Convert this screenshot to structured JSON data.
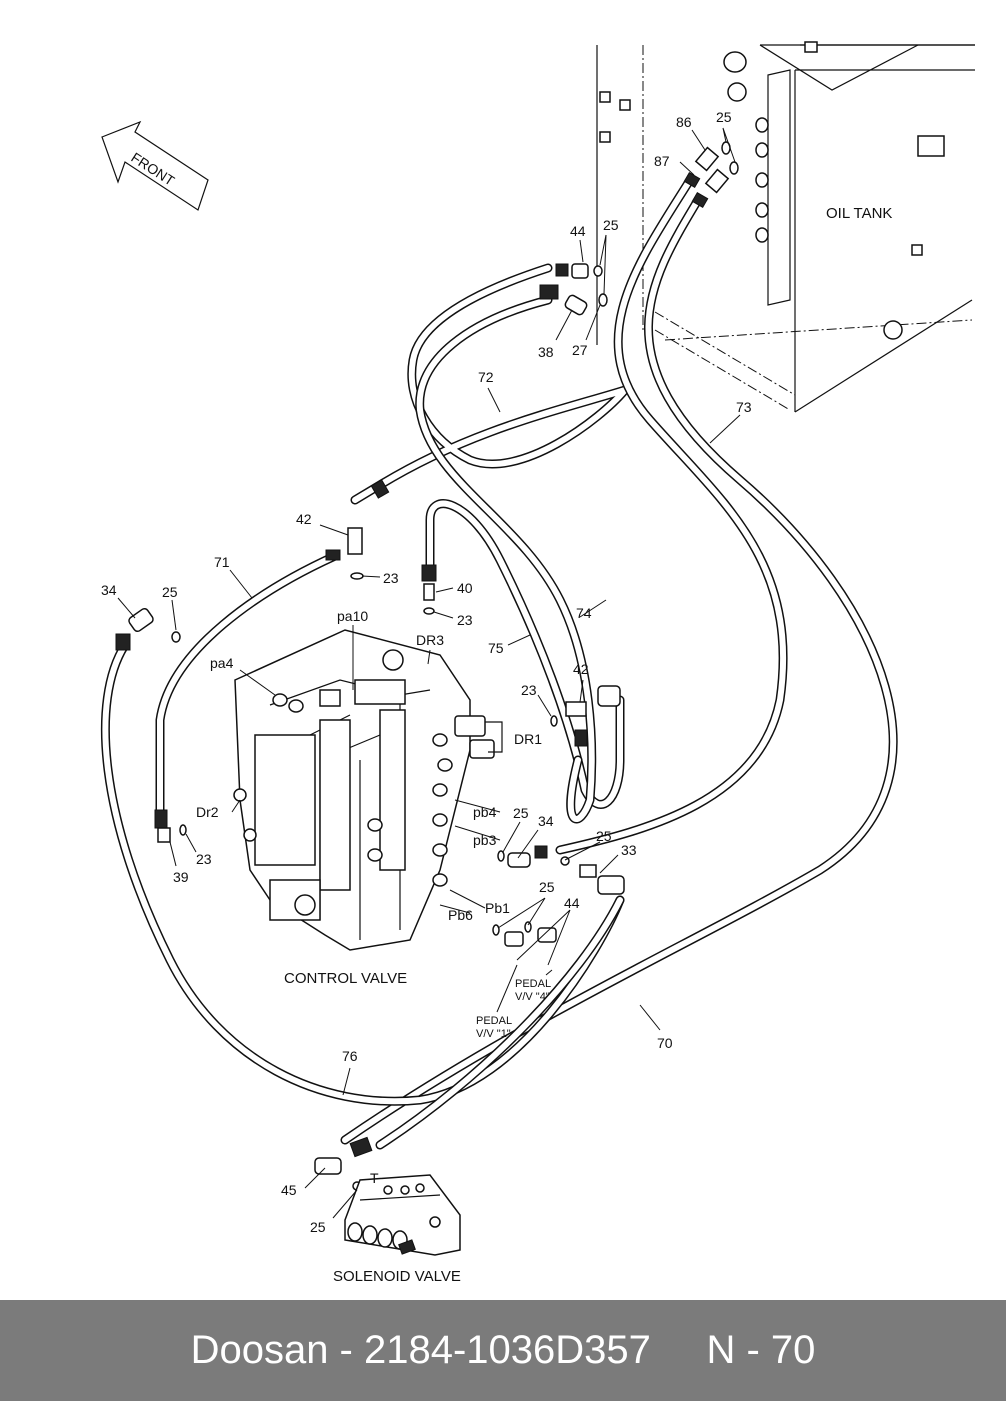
{
  "labels": {
    "front": "FRONT",
    "oil_tank": "OIL TANK",
    "control_valve": "CONTROL VALVE",
    "solenoid_valve": "SOLENOID VALVE",
    "pedal_vv_1_line1": "PEDAL",
    "pedal_vv_1_line2": "V/V  \"1\"",
    "pedal_vv_4_line1": "PEDAL",
    "pedal_vv_4_line2": "V/V  \"4\"",
    "port_pa10": "pa10",
    "port_dr3": "DR3",
    "port_dr1": "DR1",
    "port_pa4": "pa4",
    "port_dr2": "Dr2",
    "port_pb4": "pb4",
    "port_pb3": "pb3",
    "port_pb1": "Pb1",
    "port_pb6": "Pb6",
    "port_t": "T"
  },
  "callouts": {
    "c86": "86",
    "c25_top": "25",
    "c87": "87",
    "c44_top": "44",
    "c25_mid": "25",
    "c38": "38",
    "c27": "27",
    "c72": "72",
    "c73": "73",
    "c42_top": "42",
    "c23_a": "23",
    "c40": "40",
    "c23_b": "23",
    "c71": "71",
    "c34_left": "34",
    "c25_left": "25",
    "c74": "74",
    "c75": "75",
    "c42_right": "42",
    "c23_c": "23",
    "c25_pb4": "25",
    "c34_pb4": "34",
    "c25_r": "25",
    "c33": "33",
    "c25_pb1": "25",
    "c44_pb1": "44",
    "c39": "39",
    "c23_d": "23",
    "c70": "70",
    "c76": "76",
    "c45": "45",
    "c25_bottom": "25"
  },
  "footer": {
    "brand": "Doosan",
    "separator1": " - ",
    "part_number": "2184-1036D357",
    "spacer": "     ",
    "ref": "N - 70"
  }
}
